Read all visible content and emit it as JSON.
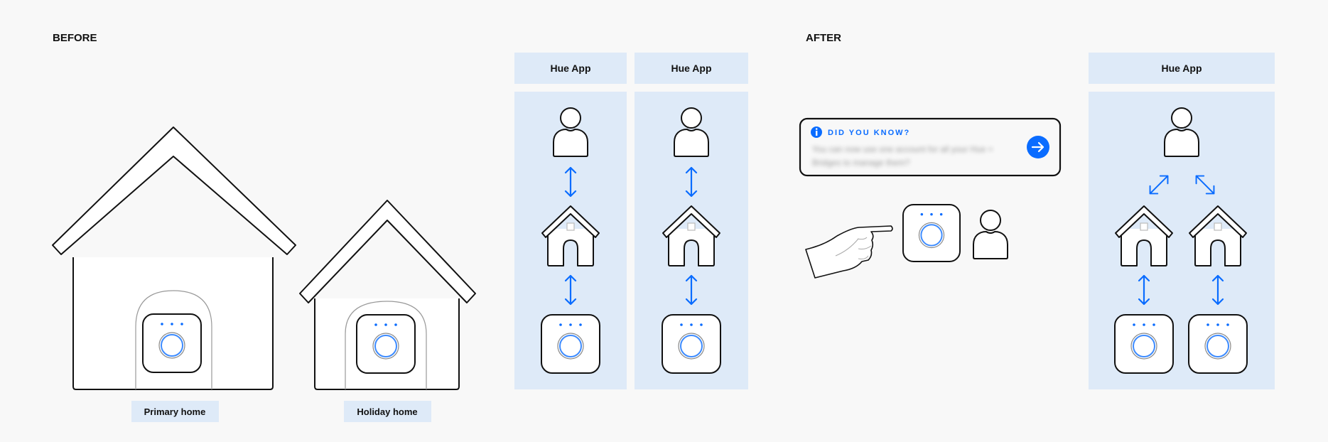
{
  "before": {
    "heading": "BEFORE",
    "homes": [
      {
        "label": "Primary home"
      },
      {
        "label": "Holiday home"
      }
    ],
    "apps": [
      {
        "header": "Hue App"
      },
      {
        "header": "Hue App"
      }
    ]
  },
  "after": {
    "heading": "AFTER",
    "tip_card": {
      "title": "DID YOU KNOW?",
      "body_line1": "You can now use one account for all your Hue +",
      "body_line2": "Bridges to manage them?"
    },
    "app": {
      "header": "Hue App"
    }
  },
  "colors": {
    "accent": "#0a6cff",
    "panel": "#deeaf8",
    "background": "#f8f8f8"
  }
}
